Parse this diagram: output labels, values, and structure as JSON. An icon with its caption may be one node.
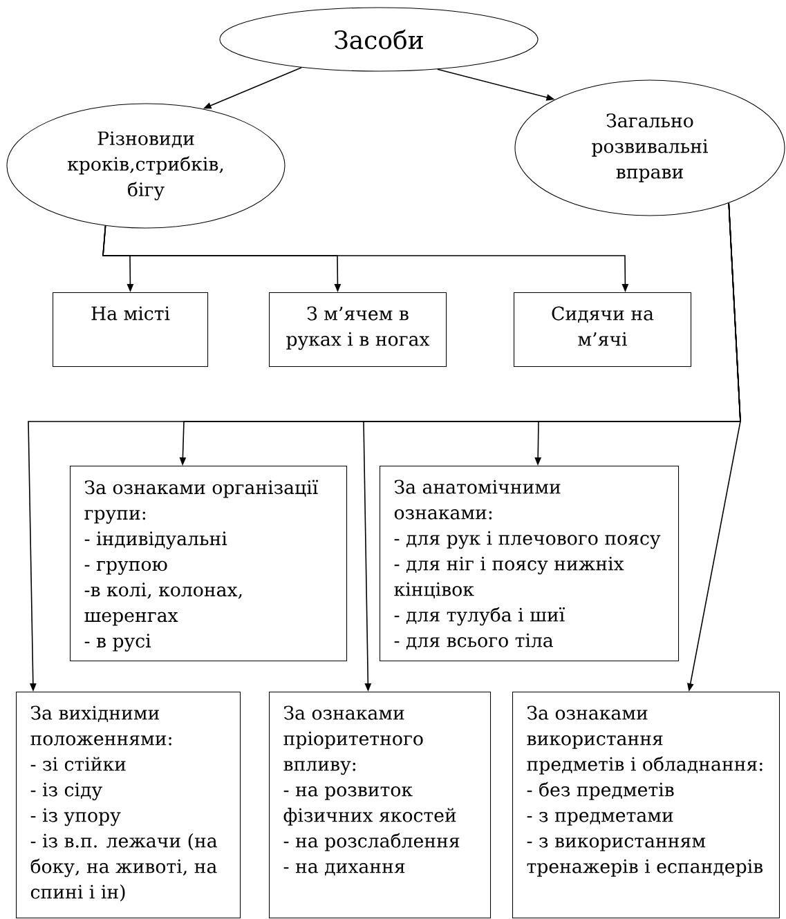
{
  "diagram": {
    "nodes": [
      {
        "text": [
          "Засоби"
        ]
      },
      {
        "text": [
          "Різновиди кроків,стрибків, бігу"
        ]
      },
      {
        "text": [
          "Загально розвивальні вправи"
        ]
      },
      {
        "text": [
          "На місті"
        ]
      },
      {
        "text": [
          "З м’ячем в руках і в ногах"
        ]
      },
      {
        "text": [
          "Сидячи на м’ячі"
        ]
      },
      {
        "text": [
          "За ознаками організації групи:",
          "- індивідуальні",
          "- групою",
          "-в колі, колонах, шеренгах",
          "- в русі"
        ]
      },
      {
        "text": [
          "За анатомічними ознаками:",
          "- для рук і плечового поясу",
          "- для ніг і поясу нижніх кінцівок",
          "- для тулуба і шиї",
          "- для всього тіла"
        ]
      },
      {
        "text": [
          "За вихідними положеннями:",
          "- зі стійки",
          "- із сіду",
          "- із упору",
          "- із в.п. лежачи (на боку, на животі, на спині і ін)"
        ]
      },
      {
        "text": [
          "За ознаками пріоритетного впливу:",
          "- на розвиток фізичних якостей",
          "- на розслаблення",
          "- на дихання"
        ]
      },
      {
        "text": [
          "За ознаками використання предметів і обладнання:",
          "- без предметів",
          "- з предметами",
          "- з використанням тренажерів і еспандерів"
        ]
      }
    ],
    "edges": [
      {
        "from": 0,
        "to": 1,
        "arrow": "to"
      },
      {
        "from": 0,
        "to": 2,
        "arrow": "to"
      },
      {
        "from": 1,
        "to": 3,
        "arrow": "to"
      },
      {
        "from": 1,
        "to": 4,
        "arrow": "to"
      },
      {
        "from": 1,
        "to": 5,
        "arrow": "to"
      },
      {
        "from": 2,
        "to": 8,
        "arrow": "to"
      },
      {
        "from": 2,
        "to": 6,
        "arrow": "to"
      },
      {
        "from": 2,
        "to": 9,
        "arrow": "to"
      },
      {
        "from": 2,
        "to": 7,
        "arrow": "to"
      },
      {
        "from": 2,
        "to": 10,
        "arrow": "to"
      }
    ]
  }
}
